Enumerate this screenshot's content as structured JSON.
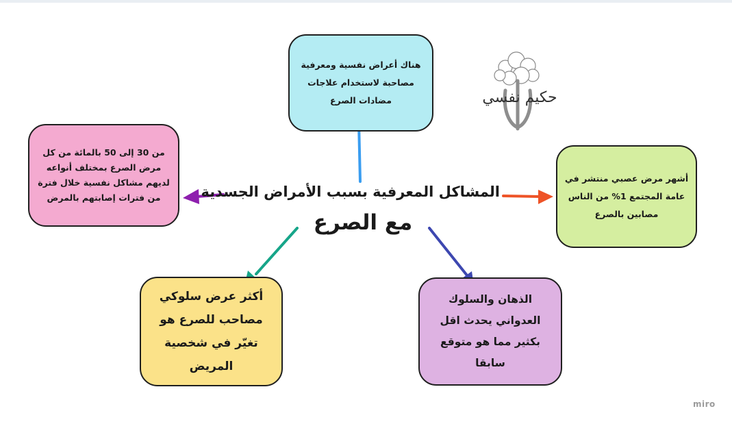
{
  "center_title": {
    "line1": "المشاكل المعرفية بسبب الأمراض الجسدية",
    "line2": "مع الصرع"
  },
  "boxes": {
    "top": {
      "lines": [
        "هناك أعراض نفسية ومعرفية",
        "مصاحبة لاستخدام علاجات",
        "مضادات الصرع"
      ],
      "color": "#b4ecf3"
    },
    "left": {
      "lines": [
        "من 30 إلى 50 بالمائة من كل",
        "مرض الصرع بمختلف أنواعه",
        "لديهم مشاكل نفسية خلال فترة",
        "من فترات إصابتهم بالمرض"
      ],
      "color": "#f4aad0"
    },
    "right": {
      "lines": [
        "أشهر مرض عصبي منتشر في",
        "عامة المجتمع 1% من الناس",
        "مصابين بالصرع"
      ],
      "color": "#d5eea0"
    },
    "bottom_left": {
      "lines": [
        "أكثر عرض سلوكي",
        "مصاحب للصرع هو",
        "تغيّر في شخصية",
        "المريض"
      ],
      "color": "#fbe289"
    },
    "bottom_right": {
      "lines": [
        "الذهان والسلوك",
        "العدواني يحدث اقل",
        "بكثير مما هو متوقع",
        "سابقا"
      ],
      "color": "#deb2e2"
    }
  },
  "arrows": {
    "top": "#3a9df0",
    "left": "#8e1fae",
    "right": "#ee5327",
    "bottom_left": "#16a589",
    "bottom_right": "#3d47b0"
  },
  "logo": {
    "text": "حكيم نفسي",
    "icon": "tree-logo-icon"
  },
  "watermark": "miro"
}
